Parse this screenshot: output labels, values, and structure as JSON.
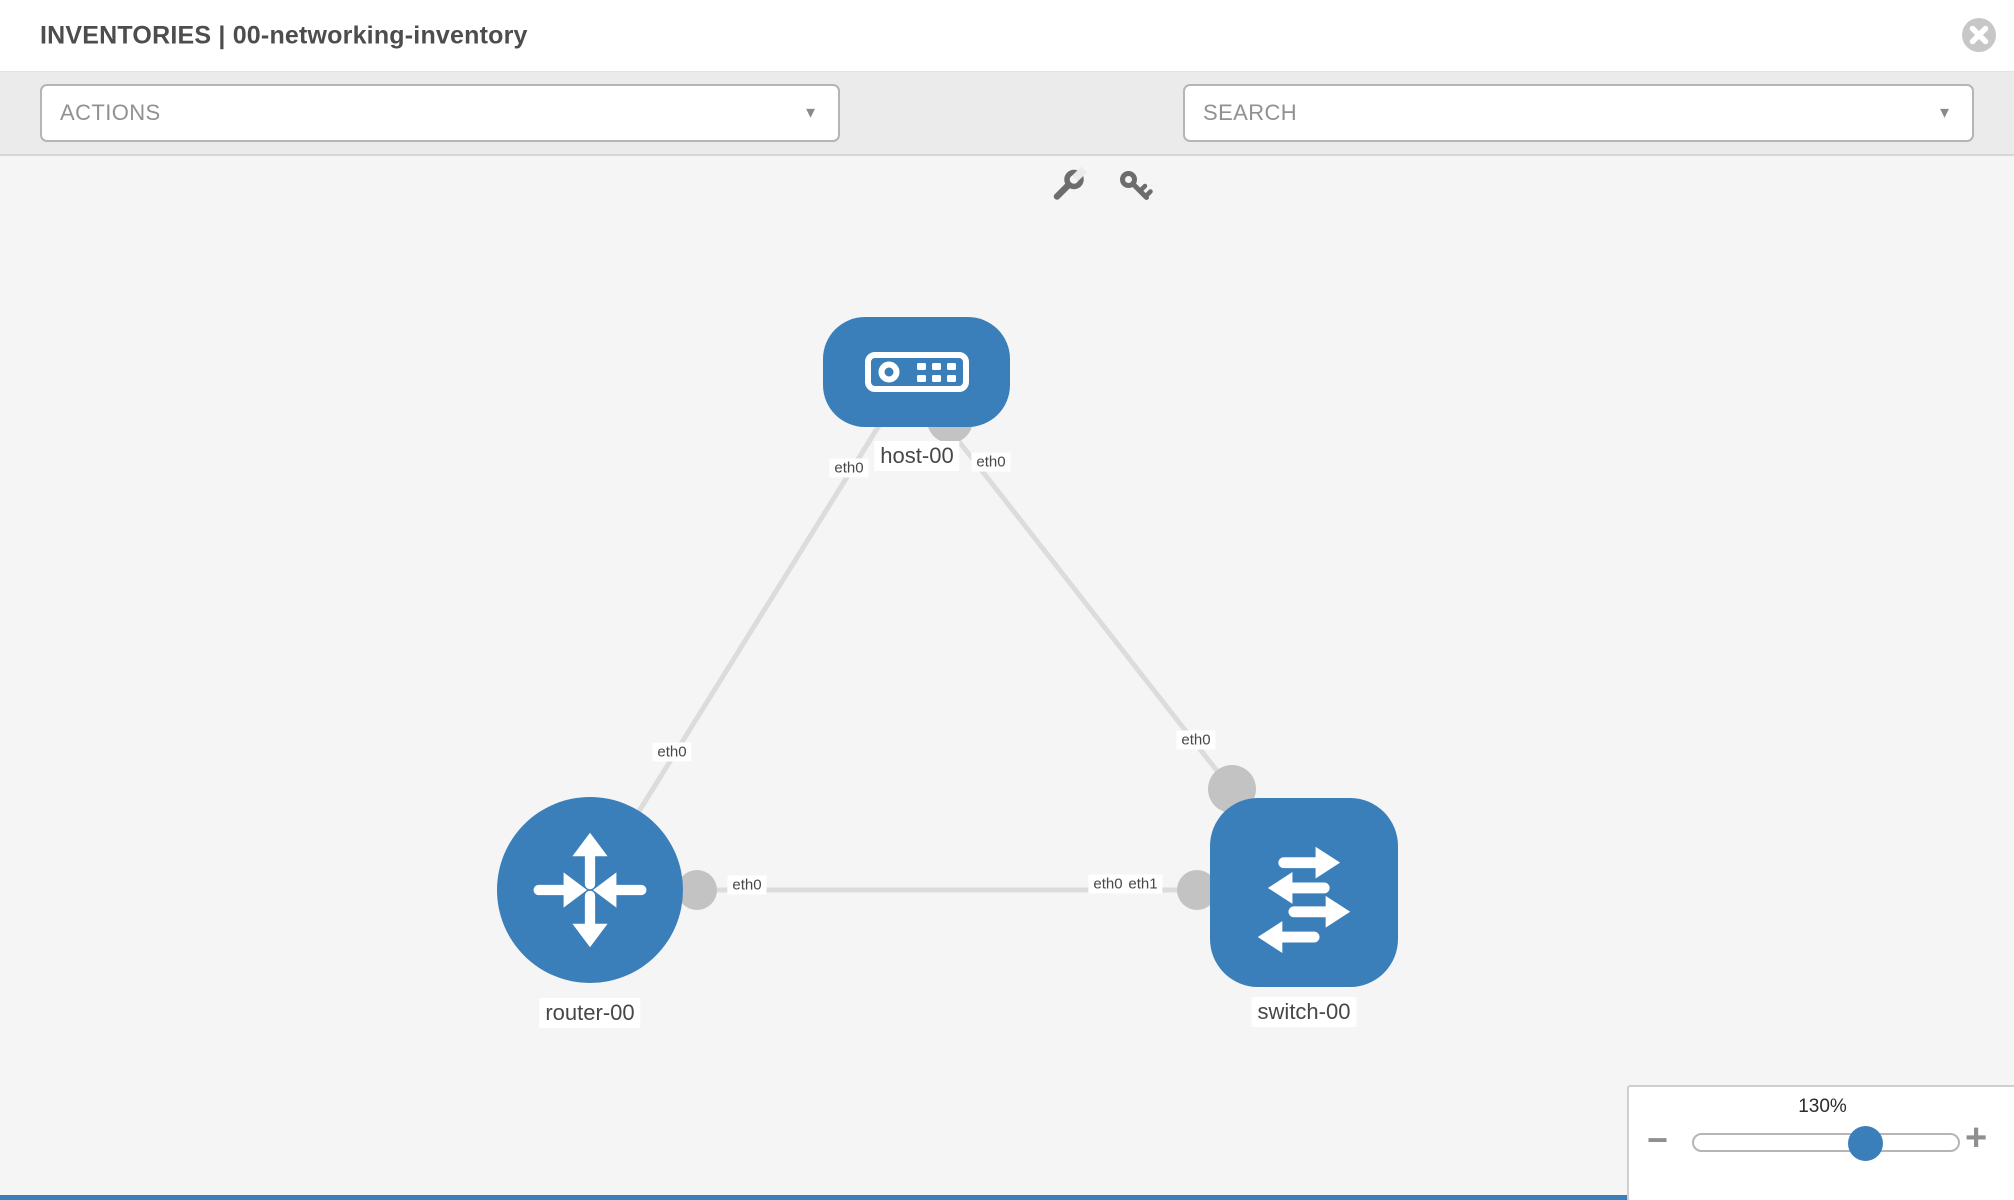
{
  "header": {
    "title": "INVENTORIES | 00-networking-inventory"
  },
  "toolbar": {
    "actions_label": "ACTIONS",
    "search_label": "SEARCH",
    "caret": "▼",
    "icons": [
      "wrench-icon",
      "key-icon"
    ]
  },
  "topology": {
    "nodes": [
      {
        "label": "host-00",
        "type": "host"
      },
      {
        "label": "router-00",
        "type": "router"
      },
      {
        "label": "switch-00",
        "type": "switch"
      }
    ],
    "links": [
      {
        "from": "host-00",
        "from_iface": "eth0",
        "to": "router-00",
        "to_iface": "eth0"
      },
      {
        "from": "host-00",
        "from_iface": "eth0",
        "to": "switch-00",
        "to_iface": "eth0"
      },
      {
        "from": "router-00",
        "from_iface": "eth0",
        "to": "switch-00",
        "to_iface": "eth1"
      }
    ],
    "overlap_iface_label": "eth0"
  },
  "zoom_control": {
    "value": "130%",
    "percent": 130,
    "minus_label": "−",
    "plus_label": "+"
  },
  "colors": {
    "node_blue": "#3a7fba",
    "link_gray": "#dcdcdc",
    "connector_gray": "#c3c3c3",
    "canvas_bg": "#f5f5f5",
    "toolbar_bg": "#ebebeb"
  }
}
